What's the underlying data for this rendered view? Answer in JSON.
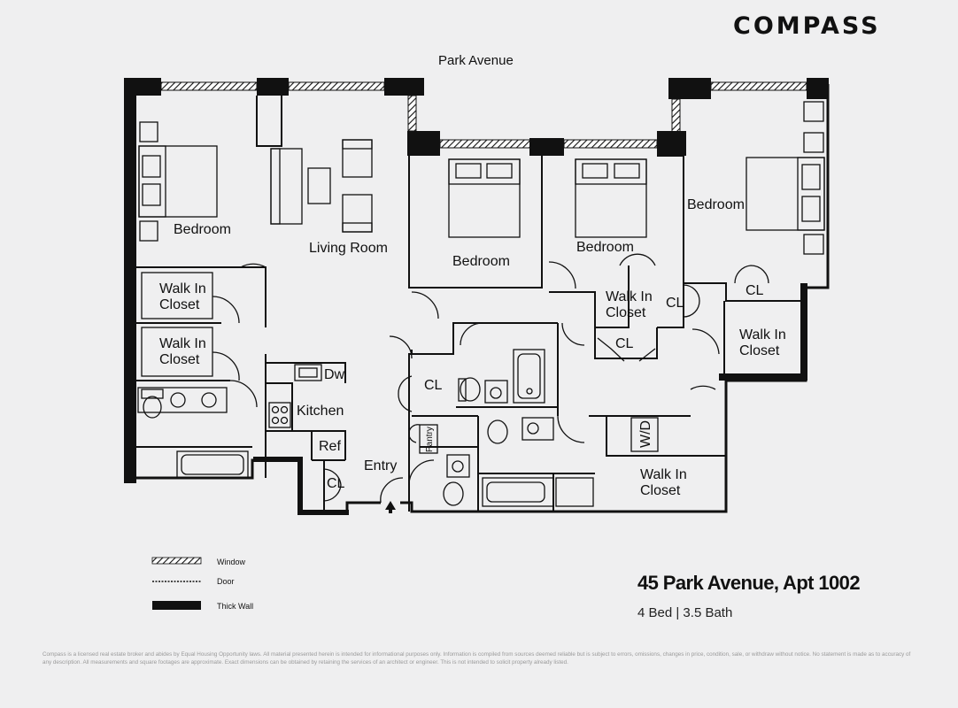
{
  "brand": {
    "logo": "COMPASS"
  },
  "plan": {
    "street": "Park Avenue",
    "rooms": {
      "bedroom_left": "Bedroom",
      "living_room": "Living Room",
      "bedroom_mid1": "Bedroom",
      "bedroom_mid2": "Bedroom",
      "bedroom_right": "Bedroom",
      "walkin_1_line1": "Walk In",
      "walkin_1_line2": "Closet",
      "walkin_2_line1": "Walk In",
      "walkin_2_line2": "Closet",
      "walkin_3_line1": "Walk In",
      "walkin_3_line2": "Closet",
      "walkin_4_line1": "Walk In",
      "walkin_4_line2": "Closet",
      "walkin_5_line1": "Walk In",
      "walkin_5_line2": "Closet",
      "kitchen": "Kitchen",
      "dw": "Dw",
      "ref": "Ref",
      "entry": "Entry",
      "pantry": "Pantry",
      "cl_entry": "CL",
      "cl_hall": "CL",
      "cl_mid": "CL",
      "cl_mid2": "CL",
      "cl_right": "CL",
      "wd": "W/D"
    }
  },
  "legend": {
    "window": "Window",
    "door": "Door",
    "thick_wall": "Thick Wall"
  },
  "listing": {
    "address": "45 Park Avenue, Apt 1002",
    "beds_baths": "4 Bed | 3.5 Bath"
  },
  "disclaimer": "Compass is a licensed real estate broker and abides by Equal Housing Opportunity laws. All material presented herein is intended for informational purposes only. Information is compiled from sources deemed reliable but is subject to errors, omissions, changes in price, condition, sale, or withdraw without notice. No statement is made as to accuracy of any description. All measurements and square footages are approximate. Exact dimensions can be obtained by retaining the services of an architect or engineer. This is not intended to solicit property already listed."
}
